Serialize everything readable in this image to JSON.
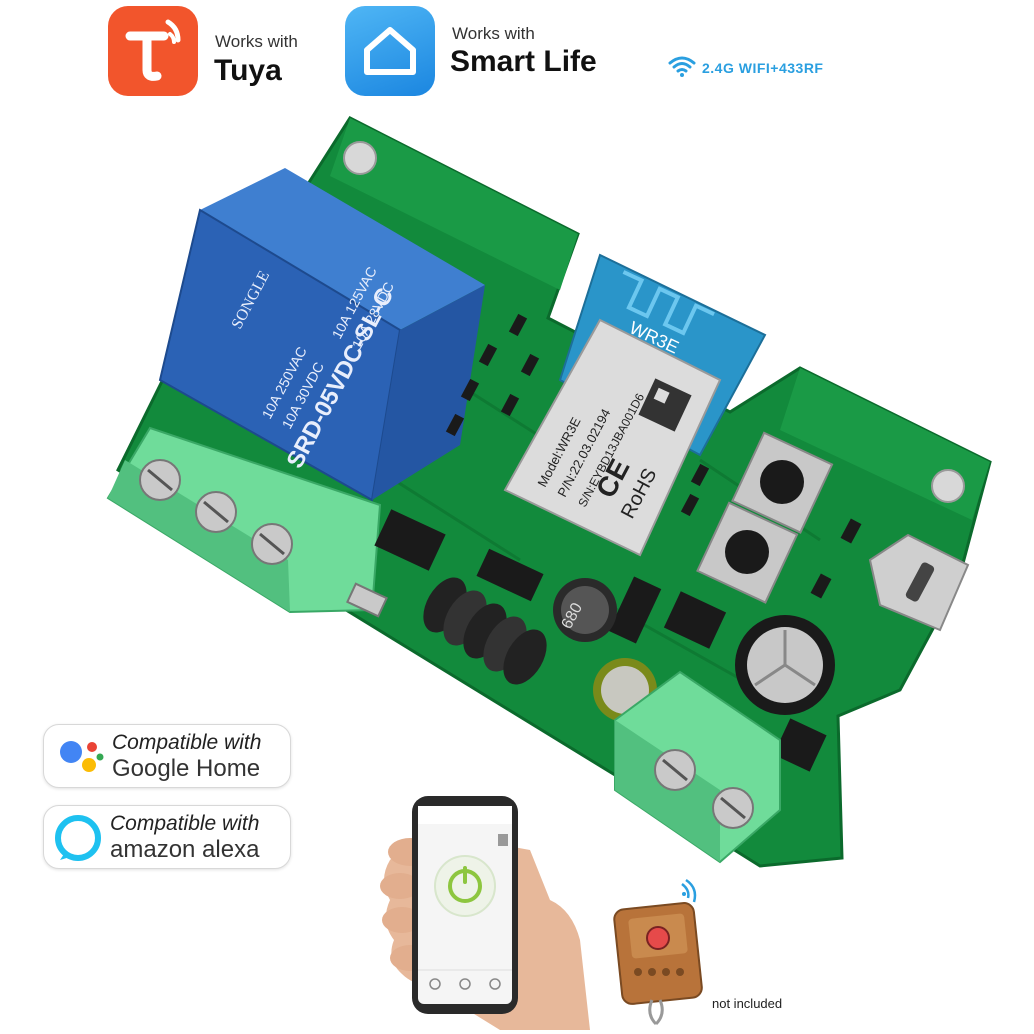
{
  "badges": {
    "tuya": {
      "line1": "Works with",
      "line2": "Tuya",
      "color": "#f2552c"
    },
    "smart_life": {
      "line1": "Works with",
      "line2": "Smart Life",
      "color": "#2a8ee6"
    },
    "connectivity": "2.4G WIFI+433RF"
  },
  "compatibility": {
    "google": {
      "line1": "Compatible with",
      "line2": "Google Home"
    },
    "alexa": {
      "line1": "Compatible with",
      "line2": "amazon alexa",
      "color": "#1ec1f0"
    }
  },
  "board": {
    "relay_label": "SRD-05VDC-SL-C",
    "relay_brand": "SONGLE",
    "relay_ratings": [
      "10A 250VAC",
      "10A 30VDC",
      "10A 125VAC",
      "10A 28VDC"
    ],
    "module_top": "WR3E",
    "module_model": "Model:WR3E",
    "module_pn": "P/N:22.03.02194",
    "module_sn": "S/N:EYBD13JBA001D6",
    "module_marks": [
      "CE",
      "RoHS"
    ],
    "inductor_mark": "680"
  },
  "remote": {
    "note": "not included"
  }
}
